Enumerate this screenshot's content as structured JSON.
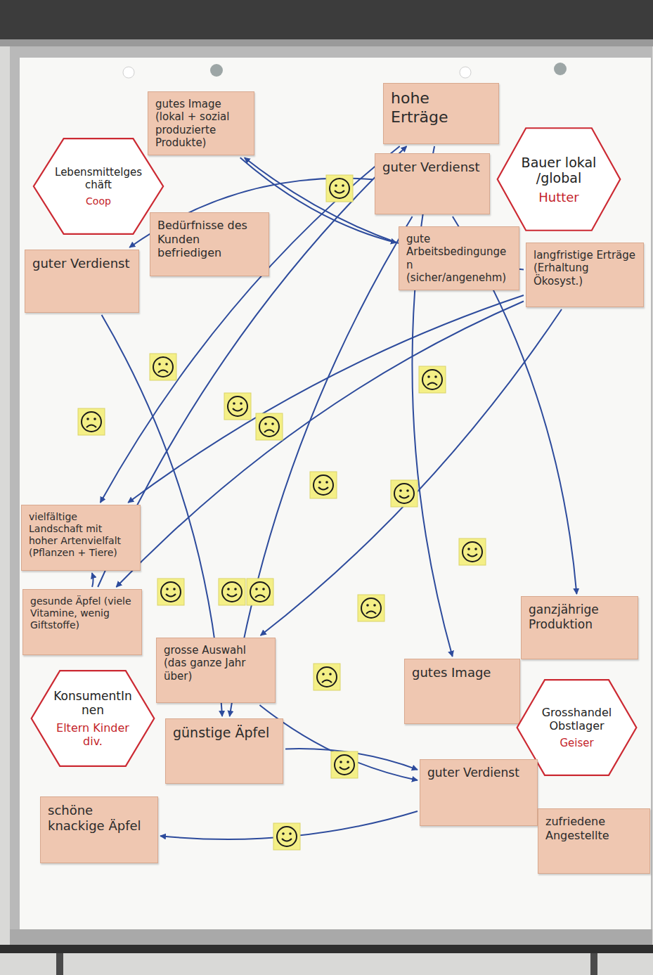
{
  "diagram": {
    "nodes": [
      {
        "text": [
          "gutes Image (lokal + sozial produzierte Produkte)"
        ]
      },
      {
        "text": [
          "hohe Erträge"
        ]
      },
      {
        "text": [
          "Lebensmittelgeschäft",
          "Coop"
        ]
      },
      {
        "text": [
          "guter Verdienst"
        ]
      },
      {
        "text": [
          "Bauer lokal /global",
          "Hutter"
        ]
      },
      {
        "text": [
          "Bedürfnisse des Kunden befriedigen"
        ]
      },
      {
        "text": [
          "gute Arbeitsbedingungen (sicher/angenehm)"
        ]
      },
      {
        "text": [
          "langfristige Erträge (Erhaltung Ökosyst.)"
        ]
      },
      {
        "text": [
          "guter Verdienst"
        ]
      },
      {
        "text": [
          "vielfältige Landschaft mit hoher Artenvielfalt (Pflanzen + Tiere)"
        ]
      },
      {
        "text": [
          "gesunde Äpfel (viele Vitamine, wenig Giftstoffe)"
        ]
      },
      {
        "text": [
          "ganzjährige Produktion"
        ]
      },
      {
        "text": [
          "grosse Auswahl (das ganze Jahr über)"
        ]
      },
      {
        "text": [
          "gutes Image"
        ]
      },
      {
        "text": [
          "KonsumentInnen",
          "Eltern Kinder div."
        ]
      },
      {
        "text": [
          "Grosshandel Obstlager",
          "Geiser"
        ]
      },
      {
        "text": [
          "günstige Äpfel"
        ]
      },
      {
        "text": [
          "guter Verdienst"
        ]
      },
      {
        "text": [
          "schöne knackige Äpfel"
        ]
      },
      {
        "text": [
          "zufriedene Angestellte"
        ]
      }
    ],
    "edges": [
      {
        "from": 3,
        "to": 8,
        "arrow": "to"
      },
      {
        "from": 7,
        "to": 0,
        "arrow": "to"
      },
      {
        "from": 0,
        "to": 6,
        "arrow": "to"
      },
      {
        "from": 1,
        "to": 9,
        "arrow": "to"
      },
      {
        "from": 8,
        "to": 16,
        "arrow": "to"
      },
      {
        "from": 10,
        "to": 1,
        "arrow": "to"
      },
      {
        "from": 7,
        "to": 9,
        "arrow": "to"
      },
      {
        "from": 1,
        "to": 13,
        "arrow": "to"
      },
      {
        "from": 3,
        "to": 11,
        "arrow": "to"
      },
      {
        "from": 7,
        "to": 10,
        "arrow": "to"
      },
      {
        "from": 10,
        "to": 9,
        "arrow": "to"
      },
      {
        "from": 7,
        "to": 12,
        "arrow": "to"
      },
      {
        "from": 17,
        "to": 18,
        "arrow": "to"
      },
      {
        "from": 12,
        "to": 17,
        "arrow": "to"
      },
      {
        "from": 3,
        "to": 16,
        "arrow": "to"
      },
      {
        "from": 16,
        "to": 17,
        "arrow": "to"
      }
    ]
  }
}
